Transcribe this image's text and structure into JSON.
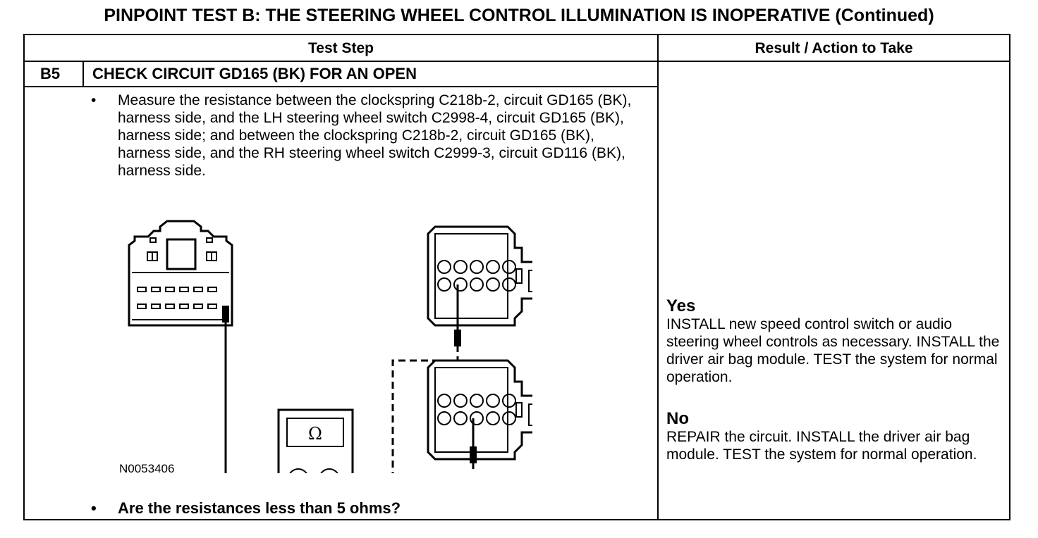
{
  "title": "PINPOINT TEST  B: THE STEERING WHEEL CONTROL ILLUMINATION IS INOPERATIVE (Continued)",
  "table": {
    "col_test_step": "Test Step",
    "col_result": "Result / Action to Take"
  },
  "step": {
    "id": "B5",
    "title": "CHECK CIRCUIT GD165 (BK) FOR AN OPEN",
    "bullet_char": "•",
    "instruction": "Measure the resistance between the clockspring C218b-2, circuit GD165 (BK), harness side, and the LH steering wheel switch C2998-4, circuit GD165 (BK), harness side; and between the clockspring C218b-2, circuit GD165 (BK), harness side, and the RH steering wheel switch C2999-3, circuit GD116 (BK), harness side.",
    "question": "Are the resistances less than 5 ohms?"
  },
  "figure": {
    "id": "N0053406",
    "meter_symbol": "Ω",
    "plus": "+",
    "minus": "−"
  },
  "results": {
    "yes_label": "Yes",
    "yes_text": "INSTALL new speed control switch or audio steering wheel controls as necessary. INSTALL the driver air bag module. TEST the system for normal operation.",
    "no_label": "No",
    "no_text": "REPAIR the circuit. INSTALL the driver air bag module. TEST the system for normal operation."
  }
}
